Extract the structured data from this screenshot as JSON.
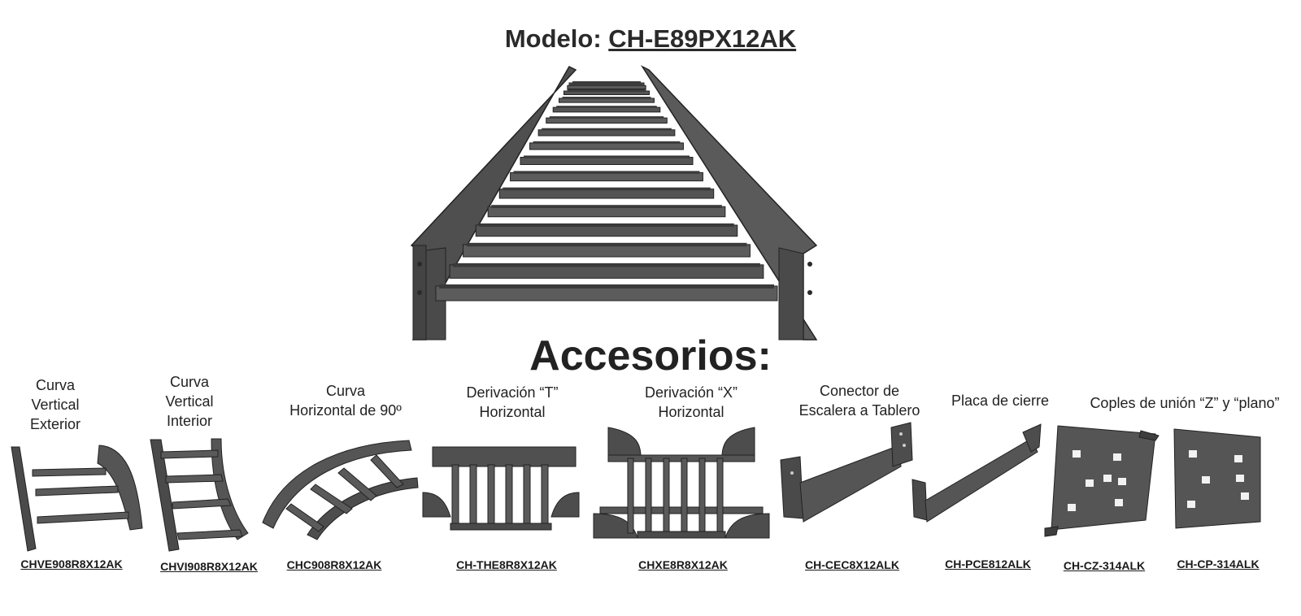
{
  "model": {
    "prefix": "Modelo:",
    "code": "CH-E89PX12AK"
  },
  "subtitle": "Accesorios:",
  "accessories": [
    {
      "lines": [
        "Curva",
        "Vertical",
        "Exterior"
      ],
      "code": "CHVE908R8X12AK"
    },
    {
      "lines": [
        "Curva",
        "Vertical",
        "Interior"
      ],
      "code": "CHVI908R8X12AK"
    },
    {
      "lines": [
        "Curva",
        "Horizontal de 90º"
      ],
      "code": "CHC908R8X12AK"
    },
    {
      "lines": [
        "Derivación “T”",
        "Horizontal"
      ],
      "code": "CH-THE8R8X12AK"
    },
    {
      "lines": [
        "Derivación “X”",
        "Horizontal"
      ],
      "code": "CHXE8R8X12AK"
    },
    {
      "lines": [
        "Conector de",
        "Escalera a Tablero"
      ],
      "code": "CH-CEC8X12ALK"
    },
    {
      "lines": [
        "Placa de cierre"
      ],
      "code": "CH-PCE812ALK"
    },
    {
      "lines": [
        "Copl​es de unión “Z” y “plano”"
      ],
      "code": "CH-CZ-314ALK",
      "code2": "CH-CP-314ALK"
    }
  ],
  "colors": {
    "metal": "#555555",
    "metal_dark": "#3e3e3e",
    "metal_light": "#6d6d6d",
    "edge": "#222222"
  }
}
